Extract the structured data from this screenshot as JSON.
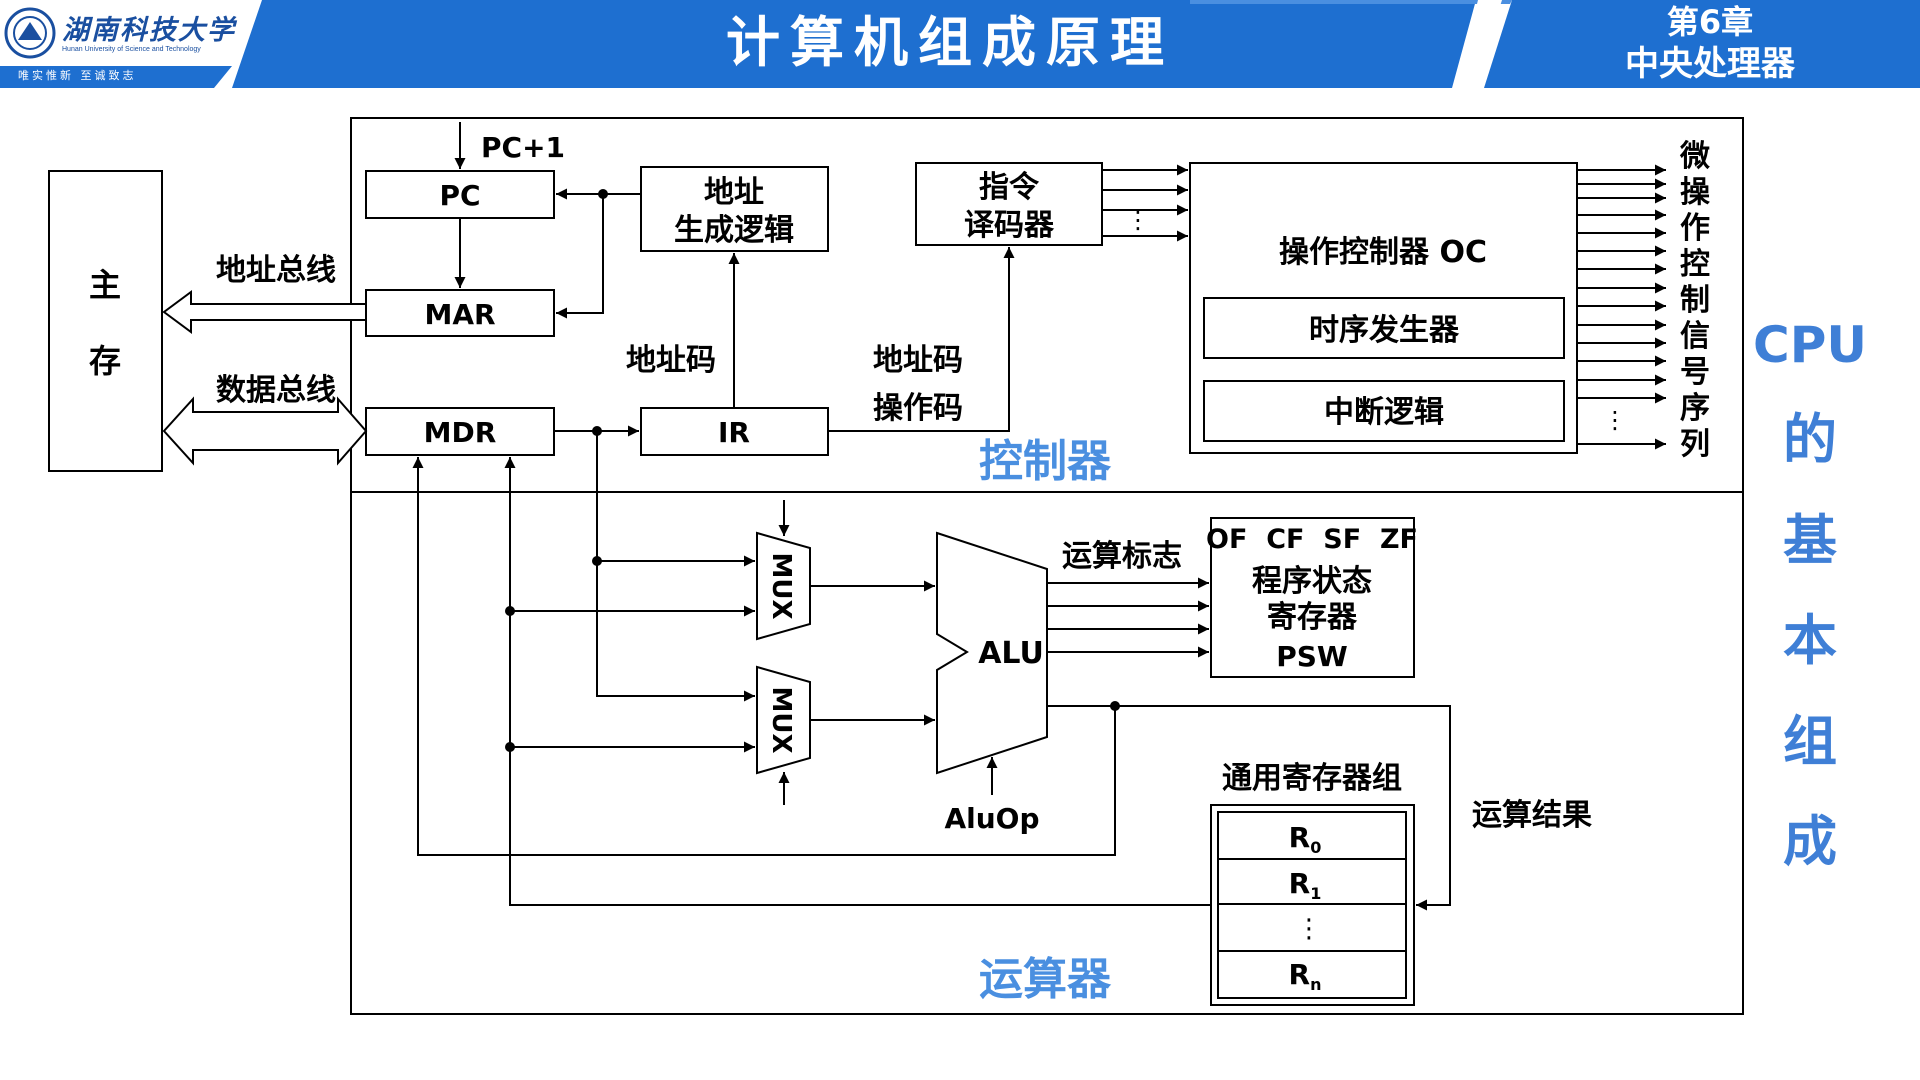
{
  "header": {
    "university_name": "湖南科技大学",
    "university_name_en": "Hunan University of Science and Technology",
    "motto": "唯实惟新   至诚致志",
    "course_title": "计算机组成原理",
    "chapter_number": "第6章",
    "chapter_name": "中央处理器",
    "colors": {
      "banner": "#1e6fd0",
      "accent": "#4a8fe0"
    }
  },
  "side_title": {
    "line1": "CPU",
    "chars": [
      "的",
      "基",
      "本",
      "组",
      "成"
    ],
    "color": "#3f7fd6"
  },
  "diagram": {
    "main_memory": [
      "主",
      "存"
    ],
    "address_bus": "地址总线",
    "data_bus": "数据总线",
    "pc_inc": "PC+1",
    "pc": "PC",
    "mar": "MAR",
    "mdr": "MDR",
    "ir": "IR",
    "addr_gen": [
      "地址",
      "生成逻辑"
    ],
    "addr_code_1": "地址码",
    "addr_code_2": "地址码",
    "opcode": "操作码",
    "decoder": [
      "指令",
      "译码器"
    ],
    "oc": "操作控制器 OC",
    "timing": "时序发生器",
    "interrupt": "中断逻辑",
    "micro_ops": [
      "微",
      "操",
      "作",
      "控",
      "制",
      "信",
      "号",
      "序",
      "列"
    ],
    "controller": "控制器",
    "alu_unit": "运算器",
    "mux": "MUX",
    "alu": "ALU",
    "aluop": "AluOp",
    "flags_label": "运算标志",
    "psw_flags": "OF  CF  SF  ZF",
    "psw_name": [
      "程序状态",
      "寄存器"
    ],
    "psw": "PSW",
    "result_label": "运算结果",
    "gpr_title": "通用寄存器组",
    "r0": "R",
    "r0_sub": "0",
    "r1": "R",
    "r1_sub": "1",
    "rn": "R",
    "rn_sub": "n",
    "vdots": "⋮",
    "section_color": "#4a8fe0"
  }
}
